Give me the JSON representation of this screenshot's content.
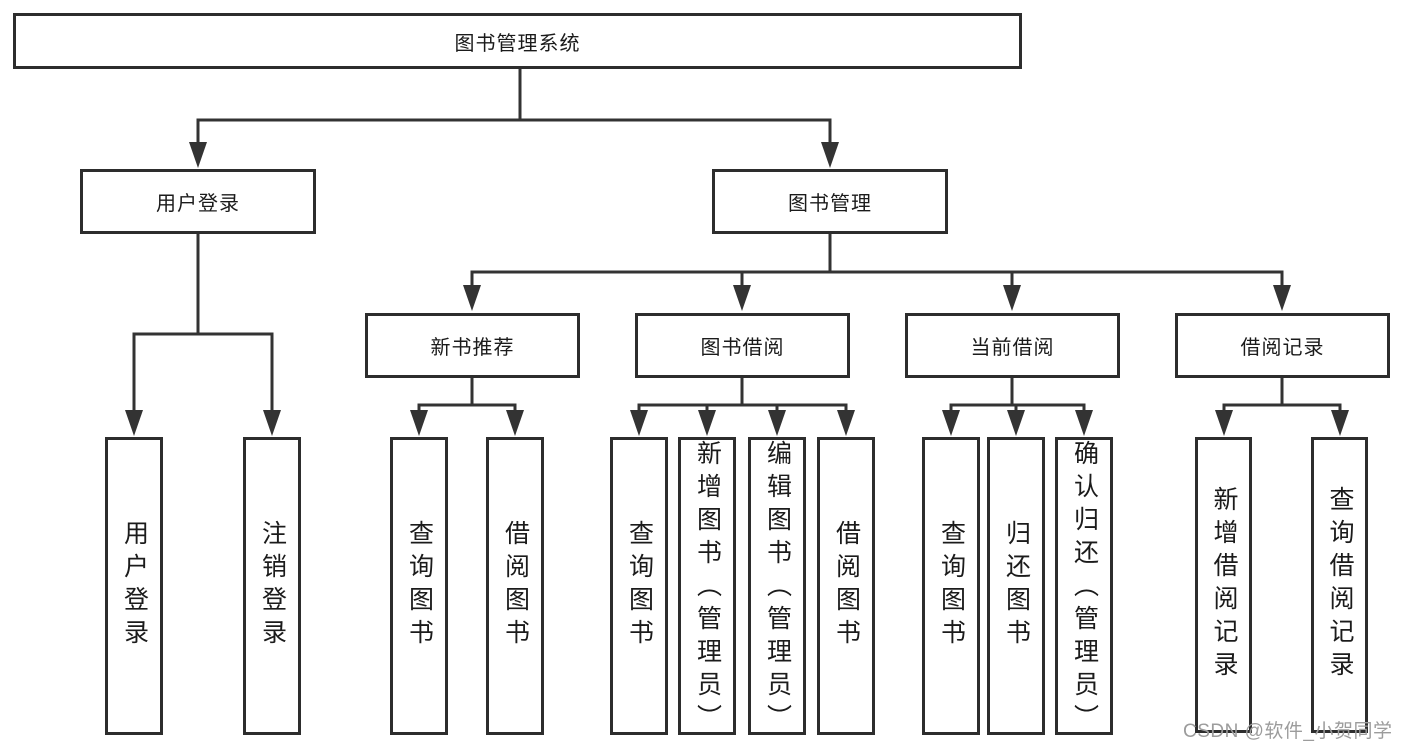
{
  "nodes": {
    "root": "图书管理系统",
    "user_login": "用户登录",
    "book_mgmt": "图书管理",
    "new_book_rec": "新书推荐",
    "book_borrow": "图书借阅",
    "current_borrow": "当前借阅",
    "borrow_record": "借阅记录",
    "ul_login": "用户登录",
    "ul_logout": "注销登录",
    "nb_query": "查询图书",
    "nb_borrow": "借阅图书",
    "bb_query": "查询图书",
    "bb_add": "新增图书（管理员）",
    "bb_edit": "编辑图书（管理员）",
    "bb_borrow": "借阅图书",
    "cb_query": "查询图书",
    "cb_return": "归还图书",
    "cb_confirm": "确认归还（管理员）",
    "br_add": "新增借阅记录",
    "br_query": "查询借阅记录"
  },
  "watermark": {
    "text": "CSDN @软件_小贺同学",
    "color": "#9c9c9c"
  },
  "colors": {
    "line": "#333333",
    "box_border": "#2d2d2d",
    "text": "#1b1b1b",
    "background": "#ffffff"
  }
}
